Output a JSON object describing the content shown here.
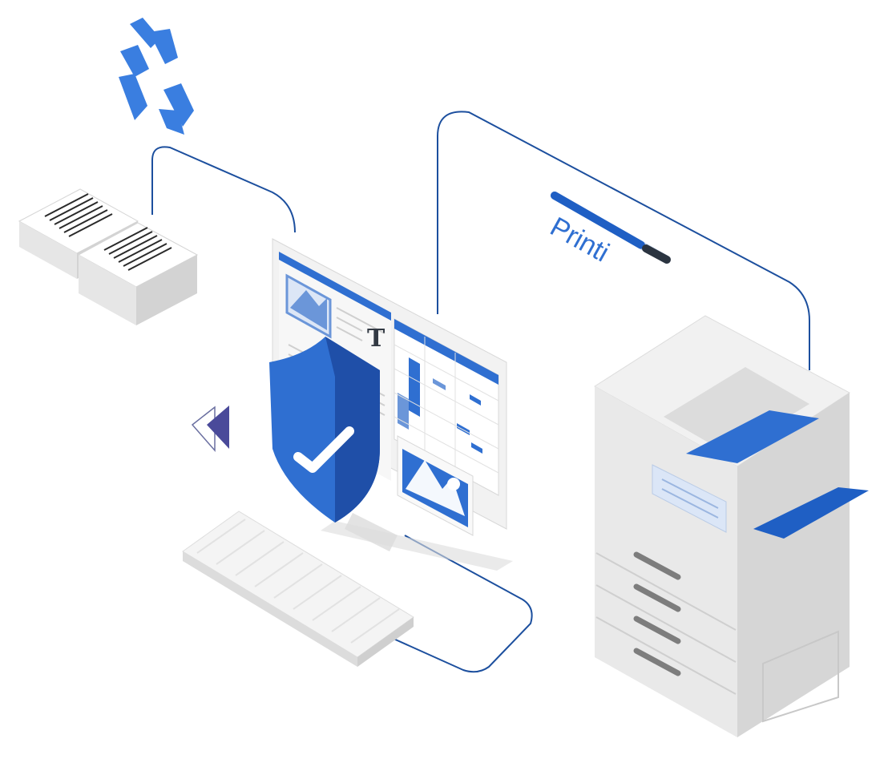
{
  "progress": {
    "label": "Printi",
    "fraction": 0.55,
    "fill_color": "#1f5fc4",
    "track_color": "#c7d7ef",
    "end_color": "#2b3440"
  },
  "document": {
    "text_glyph": "T"
  },
  "icons": [
    "recycle-icon",
    "paper-stack-icon",
    "monitor-icon",
    "shield-check-icon",
    "image-icon",
    "spreadsheet-icon",
    "keyboard-icon",
    "back-arrow-icon",
    "printer-icon"
  ],
  "colors": {
    "accent": "#2f6fd1",
    "accent_dark": "#1f4fa8",
    "line": "#1c4f9e",
    "device_light": "#f1f1f1",
    "device_shade": "#d9d9d9"
  }
}
